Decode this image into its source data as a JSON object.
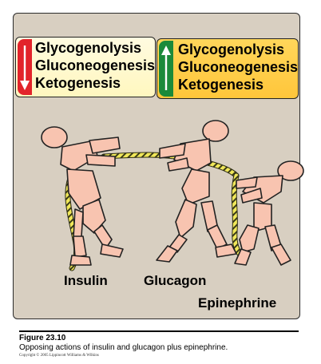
{
  "left_box": {
    "terms": [
      "Glycogenolysis",
      "Gluconeogenesis",
      "Ketogenesis"
    ],
    "arrow": "down-arrow-icon",
    "color": "#e2242b"
  },
  "right_box": {
    "terms": [
      "Glycogenolysis",
      "Gluconeogenesis",
      "Ketogenesis"
    ],
    "arrow": "up-arrow-icon",
    "color": "#1b8a3a"
  },
  "labels": {
    "insulin": "Insulin",
    "glucagon": "Glucagon",
    "epinephrine": "Epinephrine"
  },
  "caption": {
    "figure": "Figure 23.10",
    "description": "Opposing actions of insulin and glucagon plus epinephrine.",
    "copyright": "Copyright © 2005 Lippincott Williams & Wilkins"
  },
  "colors": {
    "panel_bg": "#d8cfc1",
    "figure_skin": "#f8c4b0",
    "rope": "#f1e85a",
    "left_box_bg": "#fff7bf",
    "right_box_bg": "#ffc63b"
  }
}
